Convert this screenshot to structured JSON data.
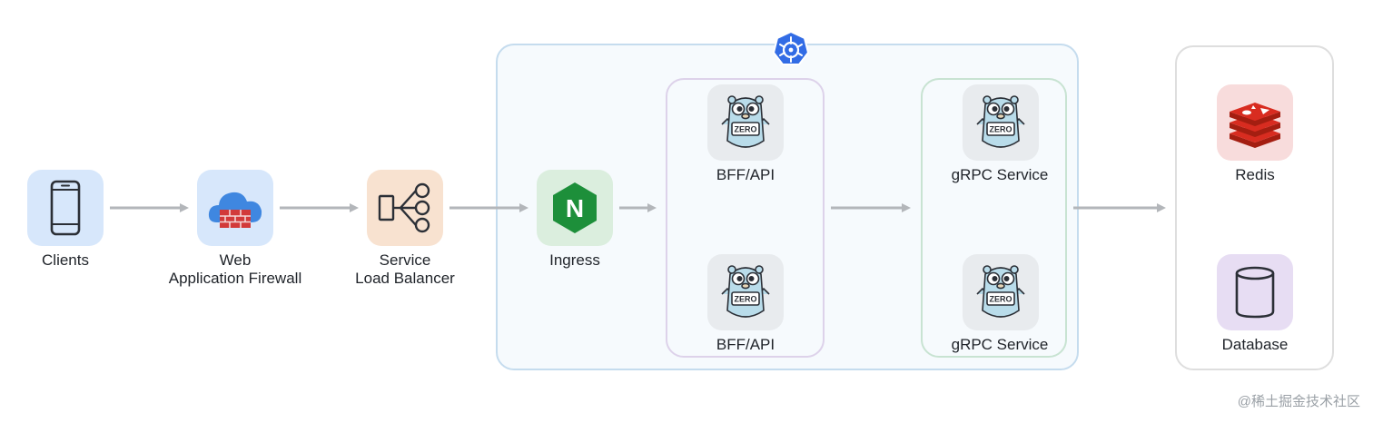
{
  "nodes": {
    "clients": {
      "label": "Clients",
      "icon": "phone-icon"
    },
    "waf": {
      "label_line1": "Web",
      "label_line2": "Application Firewall",
      "icon": "cloud-firewall-icon"
    },
    "lb": {
      "label_line1": "Service",
      "label_line2": "Load Balancer",
      "icon": "load-balancer-icon"
    },
    "ingress": {
      "label": "Ingress",
      "icon": "nginx-icon",
      "logo_letter": "N"
    },
    "bff_api_1": {
      "label": "BFF/API",
      "icon": "go-zero-gopher-icon"
    },
    "bff_api_2": {
      "label": "BFF/API",
      "icon": "go-zero-gopher-icon"
    },
    "grpc_1": {
      "label": "gRPC Service",
      "icon": "go-zero-gopher-icon"
    },
    "grpc_2": {
      "label": "gRPC Service",
      "icon": "go-zero-gopher-icon"
    },
    "redis": {
      "label": "Redis",
      "icon": "redis-icon"
    },
    "database": {
      "label": "Database",
      "icon": "database-icon"
    }
  },
  "groups": {
    "kubernetes": {
      "icon": "kubernetes-icon"
    },
    "bff": {},
    "grpc": {},
    "storage": {}
  },
  "gopher_badge": "ZERO",
  "watermark": "@稀土掘金技术社区",
  "colors": {
    "arrow": "#b3b6ba",
    "k8s_border": "#c5dcee",
    "k8s_fill": "#f6fafd",
    "bff_border": "#ddd2ea",
    "grpc_border": "#c8e3d2",
    "storage_border": "#dedede",
    "clients_tile": "#d7e7fb",
    "waf_tile": "#d7e7fb",
    "lb_tile": "#f8e2d0",
    "ingress_tile": "#dbeede",
    "gopher_tile": "#e8ebee",
    "redis_tile": "#f8dcdc",
    "db_tile": "#e7ddf3",
    "k8s_blue": "#326ce5",
    "nginx_green": "#1d8f3a",
    "redis_red": "#d82c20"
  }
}
